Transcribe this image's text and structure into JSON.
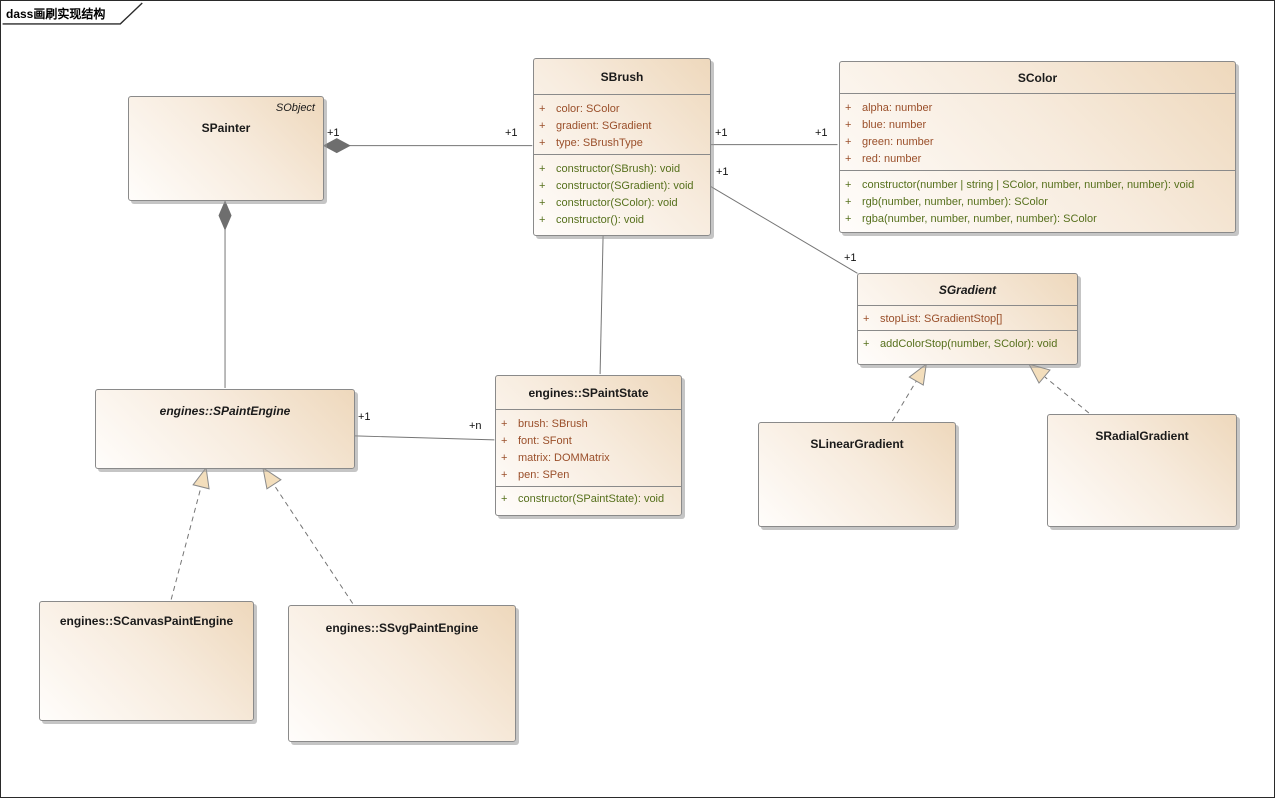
{
  "diagram": {
    "tab_title": "dass画刷实现结构"
  },
  "colors": {
    "box_fill_start": "#fffdfb",
    "box_fill_end": "#eed8bc",
    "box_border": "#8a8a8a",
    "attribute_text": "#9a4f2a",
    "method_text": "#56701c",
    "connector": "#757575",
    "diamond_fill": "#6e6e6e",
    "arrowhead_fill": "#f3debc"
  },
  "classes": {
    "spainter": {
      "name": "SPainter",
      "stereotype": "SObject"
    },
    "sbrush": {
      "name": "SBrush",
      "attributes": [
        {
          "vis": "+",
          "text": "color: SColor"
        },
        {
          "vis": "+",
          "text": "gradient: SGradient"
        },
        {
          "vis": "+",
          "text": "type: SBrushType"
        }
      ],
      "methods": [
        {
          "vis": "+",
          "text": "constructor(SBrush): void"
        },
        {
          "vis": "+",
          "text": "constructor(SGradient): void"
        },
        {
          "vis": "+",
          "text": "constructor(SColor): void"
        },
        {
          "vis": "+",
          "text": "constructor(): void"
        }
      ]
    },
    "scolor": {
      "name": "SColor",
      "attributes": [
        {
          "vis": "+",
          "text": "alpha: number"
        },
        {
          "vis": "+",
          "text": "blue: number"
        },
        {
          "vis": "+",
          "text": "green: number"
        },
        {
          "vis": "+",
          "text": "red: number"
        }
      ],
      "methods": [
        {
          "vis": "+",
          "text": "constructor(number | string | SColor, number, number, number): void"
        },
        {
          "vis": "+",
          "text": "rgb(number, number, number): SColor"
        },
        {
          "vis": "+",
          "text": "rgba(number, number, number, number): SColor"
        }
      ]
    },
    "sgradient": {
      "name": "SGradient",
      "attributes": [
        {
          "vis": "+",
          "text": "stopList: SGradientStop[]"
        }
      ],
      "methods": [
        {
          "vis": "+",
          "text": "addColorStop(number, SColor): void"
        }
      ]
    },
    "spaintstate": {
      "name": "engines::SPaintState",
      "attributes": [
        {
          "vis": "+",
          "text": "brush: SBrush"
        },
        {
          "vis": "+",
          "text": "font: SFont"
        },
        {
          "vis": "+",
          "text": "matrix: DOMMatrix"
        },
        {
          "vis": "+",
          "text": "pen: SPen"
        }
      ],
      "methods": [
        {
          "vis": "+",
          "text": "constructor(SPaintState): void"
        }
      ]
    },
    "spaintengine": {
      "name": "engines::SPaintEngine"
    },
    "slineargradient": {
      "name": "SLinearGradient"
    },
    "sradialgradient": {
      "name": "SRadialGradient"
    },
    "scanvaspaintengine": {
      "name": "engines::SCanvasPaintEngine"
    },
    "ssvgpaintengine": {
      "name": "engines::SSvgPaintEngine"
    }
  },
  "multiplicities": {
    "painter_brush_src": "+1",
    "painter_brush_tgt": "+1",
    "brush_color_src": "+1",
    "brush_color_tgt": "+1",
    "brush_gradient_src": "+1",
    "brush_gradient_tgt": "+1",
    "engine_state_src": "+1",
    "engine_state_tgt": "+n"
  }
}
